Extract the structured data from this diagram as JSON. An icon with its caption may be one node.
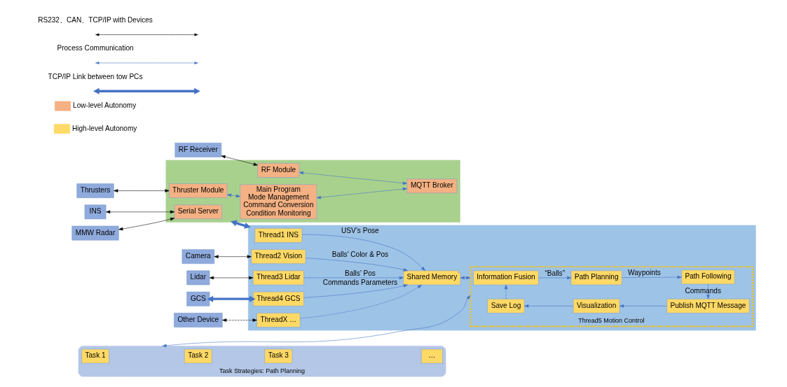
{
  "diagram": {
    "nodes": [
      {
        "text": [
          "INS"
        ]
      },
      {
        "text": [
          "MMW Radar"
        ]
      },
      {
        "text": [
          "Thrusters"
        ]
      },
      {
        "text": [
          "RF Receiver"
        ]
      },
      {
        "text": [],
        "shape": "box"
      },
      {
        "text": [
          "Serial Server"
        ],
        "in": 4
      },
      {
        "text": [
          "Main Program",
          "Mode Management",
          "Command Conversion",
          "Condition Monitoring"
        ],
        "in": 4
      },
      {
        "text": [
          "Thruster Module"
        ],
        "in": 4
      },
      {
        "text": [
          "RF Module"
        ],
        "in": 4
      },
      {
        "text": [
          "MQTT Broker"
        ],
        "in": 4
      },
      {
        "text": [
          "Camera"
        ]
      },
      {
        "text": [
          "Lidar"
        ]
      },
      {
        "text": [
          "GCS"
        ]
      },
      {
        "text": [
          "Other Device"
        ]
      },
      {
        "text": [],
        "shape": "box"
      },
      {
        "text": [
          "Thread1 INS"
        ],
        "in": 14
      },
      {
        "text": [
          "Thread2 Vision"
        ],
        "in": 14
      },
      {
        "text": [
          "Thread3 Lidar"
        ],
        "in": 14
      },
      {
        "text": [
          "Thread4 GCS"
        ],
        "in": 14
      },
      {
        "text": [
          "ThreadX …"
        ],
        "in": 14
      },
      {
        "text": [
          "Shared Memory"
        ],
        "in": 14
      },
      {
        "text": [
          "Thread5 Motion Control"
        ],
        "in": 14
      },
      {
        "text": [
          "Information Fusion"
        ],
        "in": 21
      },
      {
        "text": [
          "Path Planning"
        ],
        "in": 21
      },
      {
        "text": [
          "Path Following"
        ],
        "in": 21
      },
      {
        "text": [
          "Save Log"
        ],
        "in": 21
      },
      {
        "text": [
          "Visualization"
        ],
        "in": 21
      },
      {
        "text": [
          "Publish MQTT Message"
        ],
        "in": 21
      },
      {
        "text": [
          "Task Strategies: Path Planning"
        ]
      },
      {
        "text": [
          "Task 1"
        ],
        "in": 28
      },
      {
        "text": [
          "Task 2"
        ],
        "in": 28
      },
      {
        "text": [
          "Task 3"
        ],
        "in": 28
      },
      {
        "text": [
          "…"
        ],
        "in": 28
      }
    ],
    "edges": [
      {
        "from": 0,
        "to": 5,
        "arrow": "both",
        "color": "#000000"
      },
      {
        "from": 1,
        "to": 5,
        "arrow": "both",
        "color": "#000000"
      },
      {
        "from": 2,
        "to": 7,
        "arrow": "both",
        "color": "#000000"
      },
      {
        "from": 3,
        "to": 8,
        "arrow": "both",
        "color": "#000000"
      },
      {
        "from": 7,
        "to": 6,
        "arrow": "both"
      },
      {
        "from": 8,
        "to": 9,
        "arrow": "both"
      },
      {
        "from": 6,
        "to": 9,
        "arrow": "both"
      },
      {
        "from": 4,
        "to": 14,
        "arrow": "both",
        "style": "thick"
      },
      {
        "from": 10,
        "to": 16,
        "arrow": "both",
        "color": "#000000"
      },
      {
        "from": 11,
        "to": 17,
        "arrow": "both",
        "color": "#000000"
      },
      {
        "from": 12,
        "to": 18,
        "arrow": "both",
        "style": "thick"
      },
      {
        "from": 13,
        "to": 19,
        "arrow": "both",
        "style": "dashed",
        "color": "#000000"
      },
      {
        "from": 15,
        "to": 20,
        "arrow": "to",
        "label": "USV’s Pose"
      },
      {
        "from": 16,
        "to": 20,
        "arrow": "to",
        "label": "Balls’ Color & Pos"
      },
      {
        "from": 17,
        "to": 20,
        "arrow": "to",
        "label": "Balls’ Pos"
      },
      {
        "from": 18,
        "to": 20,
        "arrow": "to",
        "label": "Commands Parameters"
      },
      {
        "from": 19,
        "to": 20,
        "arrow": "to",
        "style": "dashed"
      },
      {
        "from": 20,
        "to": 21,
        "arrow": "both"
      },
      {
        "from": 22,
        "to": 23,
        "arrow": "to",
        "label": "“Balls”"
      },
      {
        "from": 23,
        "to": 24,
        "arrow": "to",
        "label": "Waypoints"
      },
      {
        "from": 24,
        "to": 27,
        "arrow": "to",
        "label": "Commands"
      },
      {
        "from": 27,
        "to": 26,
        "arrow": "to"
      },
      {
        "from": 26,
        "to": 25,
        "arrow": "to"
      },
      {
        "from": 25,
        "to": 22,
        "arrow": "to",
        "style": "dashed"
      },
      {
        "from": 28,
        "to": 21,
        "arrow": "both"
      }
    ],
    "legend": [
      {
        "text": "RS232、CAN、TCP/IP with Devices"
      },
      {
        "text": "Process Communication"
      },
      {
        "text": "TCP/IP Link between tow PCs"
      },
      {
        "text": "Low-level Autonomy",
        "color": "#f4b183"
      },
      {
        "text": "High-level Autonomy",
        "color": "#ffd966"
      }
    ]
  }
}
